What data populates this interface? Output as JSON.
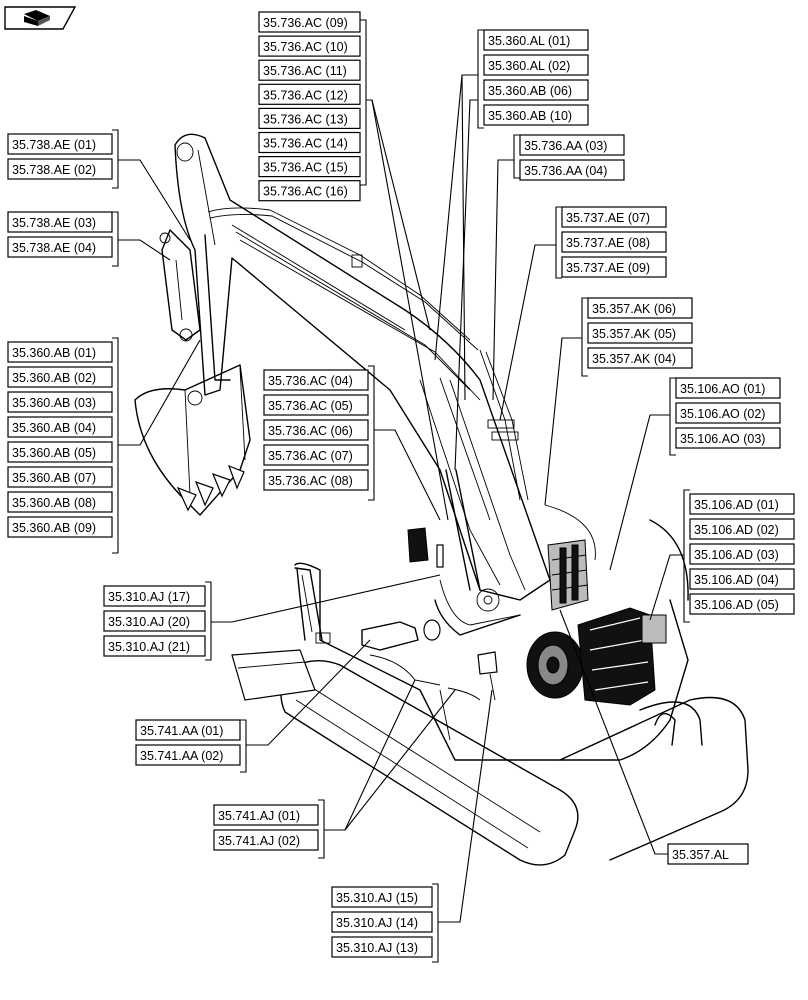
{
  "nav_icon": "book-arrow-icon",
  "groups": [
    {
      "id": "g1",
      "labels": [
        "35.736.AC (09)",
        "35.736.AC (10)",
        "35.736.AC (11)",
        "35.736.AC (12)",
        "35.736.AC (13)",
        "35.736.AC (14)",
        "35.736.AC (15)",
        "35.736.AC (16)"
      ]
    },
    {
      "id": "g2",
      "labels": [
        "35.360.AL (01)",
        "35.360.AL (02)",
        "35.360.AB (06)",
        "35.360.AB (10)"
      ]
    },
    {
      "id": "g3",
      "labels": [
        "35.736.AA (03)",
        "35.736.AA (04)"
      ]
    },
    {
      "id": "g4",
      "labels": [
        "35.738.AE (01)",
        "35.738.AE (02)"
      ]
    },
    {
      "id": "g5",
      "labels": [
        "35.738.AE (03)",
        "35.738.AE (04)"
      ]
    },
    {
      "id": "g6",
      "labels": [
        "35.737.AE (07)",
        "35.737.AE (08)",
        "35.737.AE (09)"
      ]
    },
    {
      "id": "g7",
      "labels": [
        "35.357.AK (06)",
        "35.357.AK (05)",
        "35.357.AK (04)"
      ]
    },
    {
      "id": "g8",
      "labels": [
        "35.360.AB (01)",
        "35.360.AB (02)",
        "35.360.AB (03)",
        "35.360.AB (04)",
        "35.360.AB (05)",
        "35.360.AB (07)",
        "35.360.AB (08)",
        "35.360.AB (09)"
      ]
    },
    {
      "id": "g9",
      "labels": [
        "35.736.AC (04)",
        "35.736.AC (05)",
        "35.736.AC (06)",
        "35.736.AC (07)",
        "35.736.AC (08)"
      ]
    },
    {
      "id": "g10",
      "labels": [
        "35.106.AO (01)",
        "35.106.AO (02)",
        "35.106.AO (03)"
      ]
    },
    {
      "id": "g11",
      "labels": [
        "35.106.AD (01)",
        "35.106.AD (02)",
        "35.106.AD (03)",
        "35.106.AD (04)",
        "35.106.AD (05)"
      ]
    },
    {
      "id": "g12",
      "labels": [
        "35.310.AJ (17)",
        "35.310.AJ (20)",
        "35.310.AJ (21)"
      ]
    },
    {
      "id": "g13",
      "labels": [
        "35.741.AA (01)",
        "35.741.AA (02)"
      ]
    },
    {
      "id": "g14",
      "labels": [
        "35.741.AJ (01)",
        "35.741.AJ (02)"
      ]
    },
    {
      "id": "g15",
      "labels": [
        "35.357.AL"
      ]
    },
    {
      "id": "g16",
      "labels": [
        "35.310.AJ (15)",
        "35.310.AJ (14)",
        "35.310.AJ (13)"
      ]
    }
  ]
}
